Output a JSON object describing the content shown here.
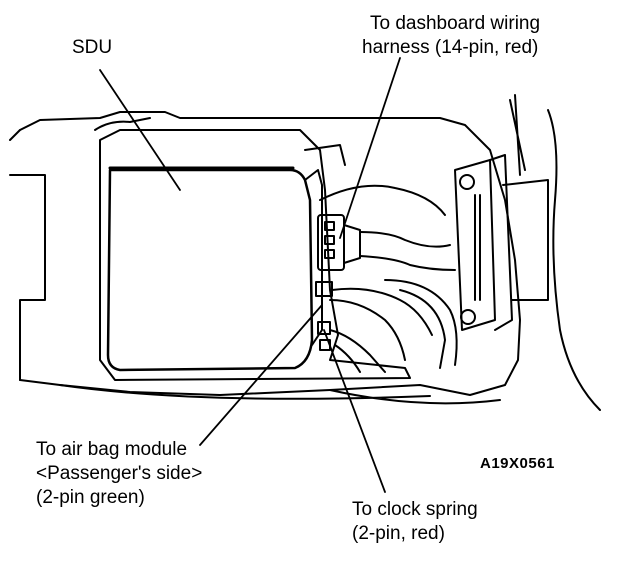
{
  "labels": {
    "sdu": "SDU",
    "dashboard_line1": "To dashboard wiring",
    "dashboard_line2": "harness (14-pin, red)",
    "airbag_line1": "To air bag module",
    "airbag_line2": "<Passenger's side>",
    "airbag_line3": "(2-pin green)",
    "clock_line1": "To clock spring",
    "clock_line2": "(2-pin, red)",
    "figure_code": "A19X0561"
  },
  "colors": {
    "ink": "#000000",
    "paper": "#ffffff"
  }
}
